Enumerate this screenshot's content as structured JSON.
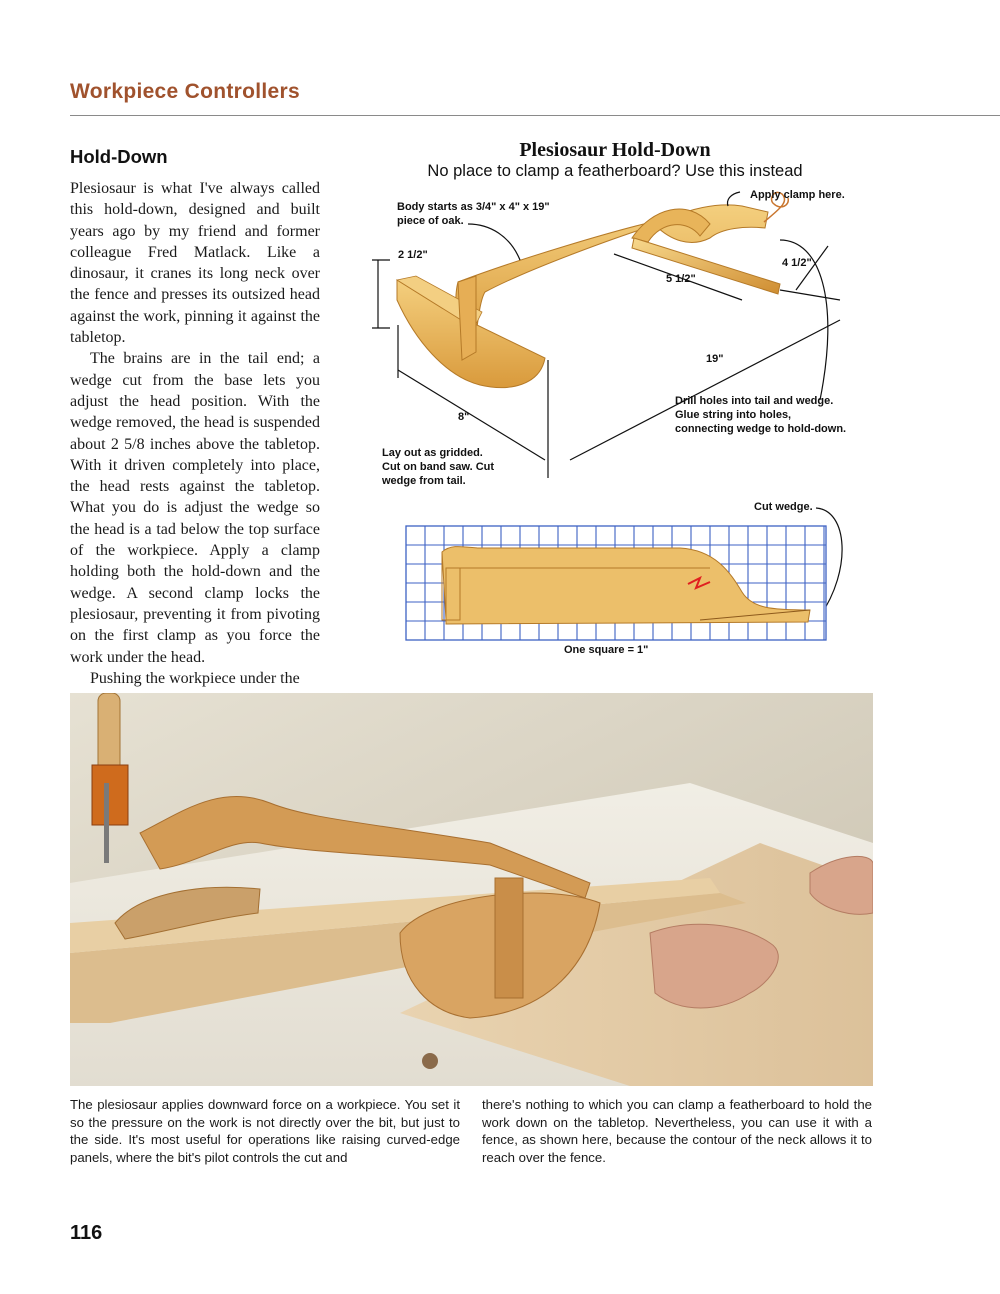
{
  "header": {
    "section_title": "Workpiece Controllers"
  },
  "article": {
    "subhead": "Hold-Down",
    "paragraphs": [
      "Plesiosaur is what I've always called this hold-down, designed and built years ago by my friend and former colleague Fred Matlack. Like a dinosaur, it cranes its long neck over the fence and presses its outsized head against the work, pinning it against the tabletop.",
      "The brains are in the tail end; a wedge cut from the base lets you adjust the head position. With the wedge removed, the head is suspended about 2 5/8 inches above the tabletop. With it driven completely into place, the head rests against the tabletop. What you do is adjust the wedge so the head is a tad below the top surface of the workpiece. Apply a clamp holding both the hold-down and the wedge. A second clamp locks the plesiosaur, preventing it from pivoting on the first clamp as you force the work under the head.",
      "Pushing the workpiece under the"
    ]
  },
  "figure": {
    "title": "Plesiosaur Hold-Down",
    "subtitle": "No place to clamp a featherboard? Use this instead",
    "labels": {
      "body_starts": "Body starts as 3/4\" x 4\" x 19\"",
      "body_starts_2": "piece of oak.",
      "apply_clamp": "Apply clamp here.",
      "dim_2_half": "2 1/2\"",
      "dim_4_half": "4 1/2\"",
      "dim_5_half": "5 1/2\"",
      "dim_19": "19\"",
      "dim_8": "8\"",
      "drill_1": "Drill holes into tail and wedge.",
      "drill_2": "Glue string into holes,",
      "drill_3": "connecting wedge to hold-down.",
      "layout_1": "Lay out as gridded.",
      "layout_2": "Cut on band saw. Cut",
      "layout_3": "wedge from tail.",
      "cut_wedge": "Cut wedge.",
      "grid_scale": "One square = 1\""
    }
  },
  "captions": {
    "left": "The plesiosaur applies downward force on a workpiece. You set it so the pressure on the work is not directly over the bit, but just to the side. It's most useful for operations like raising curved-edge panels, where the bit's pilot controls the cut and",
    "right": "there's nothing to which you can clamp a featherboard to hold the work down on the tabletop. Nevertheless, you can use it with a fence, as shown here, because the contour of the neck allows it to reach over the fence."
  },
  "footer": {
    "page_number": "116"
  },
  "colors": {
    "accent": "#a0522d",
    "grid": "#3d62c4",
    "wood": "#e0a94a"
  }
}
